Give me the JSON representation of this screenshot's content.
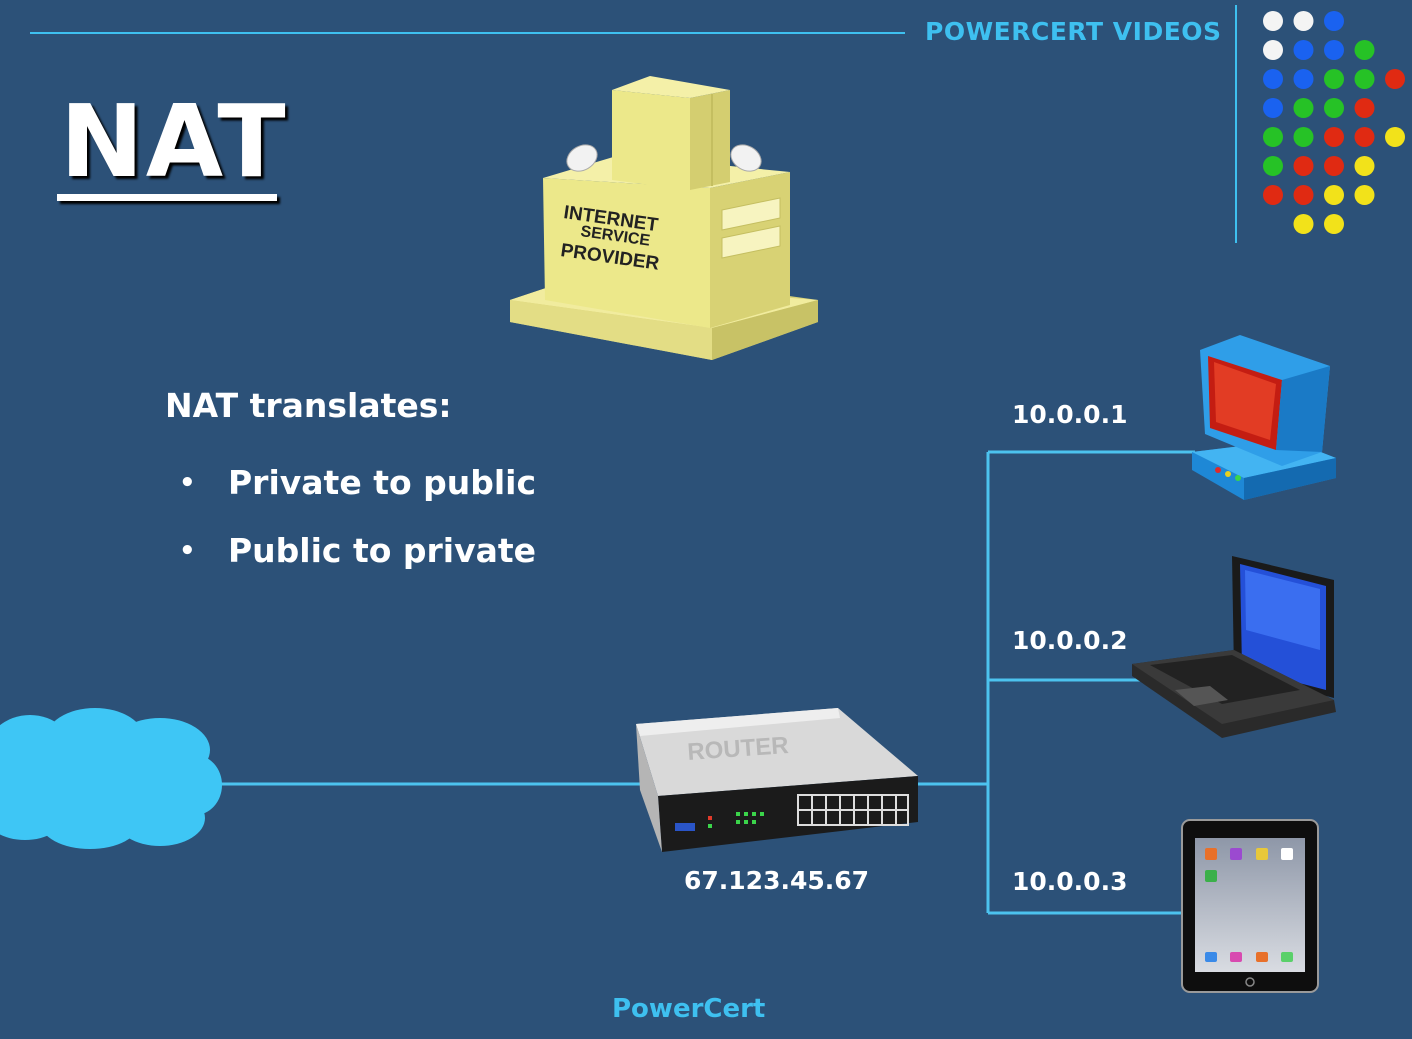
{
  "brand": "POWERCERT VIDEOS",
  "title": "NAT",
  "isp_lines": [
    "INTERNET",
    "SERVICE",
    "PROVIDER"
  ],
  "translates_heading": "NAT translates:",
  "bullets": [
    "Private to public",
    "Public to private"
  ],
  "router_label": "ROUTER",
  "router_ip": "67.123.45.67",
  "devices": [
    {
      "name": "desktop",
      "ip": "10.0.0.1"
    },
    {
      "name": "laptop",
      "ip": "10.0.0.2"
    },
    {
      "name": "tablet",
      "ip": "10.0.0.3"
    }
  ],
  "footer": "PowerCert",
  "colors": {
    "background": "#2c5178",
    "accent": "#3ec0f0",
    "line": "#4cc3ef",
    "cloud": "#3ec6f5",
    "isp": "#ece88a"
  },
  "logo_dots": [
    [
      "white",
      "white",
      "blue"
    ],
    [
      "white",
      "blue",
      "blue",
      "green"
    ],
    [
      "blue",
      "blue",
      "green",
      "green",
      "red"
    ],
    [
      "blue",
      "green",
      "green",
      "red"
    ],
    [
      "green",
      "green",
      "red",
      "red",
      "yellow"
    ],
    [
      "green",
      "red",
      "red",
      "yellow"
    ],
    [
      "red",
      "red",
      "yellow",
      "yellow"
    ],
    [
      "yellow",
      "yellow"
    ]
  ]
}
